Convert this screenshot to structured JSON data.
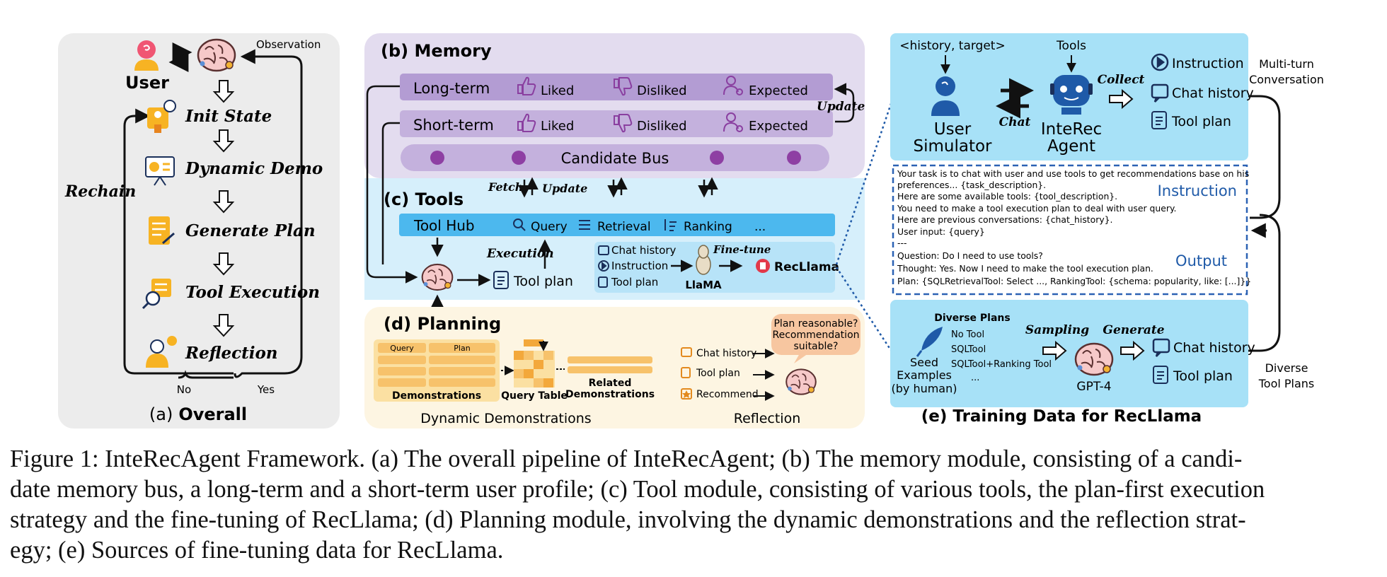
{
  "colors": {
    "overall_bg": "#ececec",
    "memory_bg": "#e3dcef",
    "memory_bar": "#c4b1dd",
    "memory_bar_dark": "#b39cd3",
    "bus_dot": "#8e3fa3",
    "tools_bg": "#d6effb",
    "toolhub": "#4cb8ee",
    "planning_bg": "#fdf5e2",
    "orange": "#f7c26b",
    "training_bg": "#a7e1f7",
    "dashed_blue": "#2c62b4",
    "title_blue": "#1f5aa8",
    "accent_dark": "#1a2f5a"
  },
  "overall": {
    "title_prefix": "(a)",
    "title": "Overall",
    "user_label": "User",
    "observation": "Observation",
    "rechain": "Rechain",
    "no": "No",
    "yes": "Yes",
    "steps": [
      "Init State",
      "Dynamic Demo",
      "Generate Plan",
      "Tool Execution",
      "Reflection"
    ]
  },
  "memory": {
    "title": "(b) Memory",
    "long_term": "Long-term",
    "short_term": "Short-term",
    "liked": "Liked",
    "disliked": "Disliked",
    "expected": "Expected",
    "update": "Update",
    "candidate_bus": "Candidate Bus",
    "fetch": "Fetch",
    "update2": "Update"
  },
  "tools": {
    "title": "(c) Tools",
    "tool_hub": "Tool Hub",
    "query": "Query",
    "retrieval": "Retrieval",
    "ranking": "Ranking",
    "ellipsis": "...",
    "execution": "Execution",
    "tool_plan": "Tool plan",
    "chat_history": "Chat history",
    "instruction": "Instruction",
    "tool_plan_small": "Tool plan",
    "fine_tune": "Fine-tune",
    "llama": "LlaMA",
    "recllama": "RecLlama"
  },
  "planning": {
    "title": "(d) Planning",
    "query_col": "Query",
    "plan_col": "Plan",
    "demonstrations": "Demonstrations",
    "query_table": "Query Table",
    "related_line1": "Related",
    "related_line2": "Demonstrations",
    "dynamic_demos": "Dynamic Demonstrations",
    "chat_history": "Chat history",
    "tool_plan": "Tool plan",
    "recommend": "Recommend",
    "bubble_line1": "Plan reasonable?",
    "bubble_line2": "Recommendation",
    "bubble_line3": "suitable?",
    "reflection": "Reflection"
  },
  "training": {
    "title": "(e) Training Data for RecLlama",
    "history_target": "<history, target>",
    "tools": "Tools",
    "user_sim_line1": "User",
    "user_sim_line2": "Simulator",
    "chat": "Chat",
    "agent_line1": "InteRec",
    "agent_line2": "Agent",
    "collect": "Collect",
    "instruction": "Instruction",
    "chat_history": "Chat history",
    "tool_plan": "Tool plan",
    "multi_turn_line1": "Multi-turn",
    "multi_turn_line2": "Conversation",
    "prompt_lines": [
      "Your task is to chat with user and use tools to get recommendations base on his",
      "preferences... {task_description}.",
      "Here are some available tools: {tool_description}.",
      "You need to make a tool execution plan to deal with user query.",
      "Here are previous conversations: {chat_history}.",
      "User input: {query}",
      "---",
      "Question: Do I need to use tools?",
      "Thought: Yes. Now I need to make the tool execution plan.",
      "Plan: {SQLRetrievalTool: Select ...,  RankingTool: {schema: popularity, like: [...]}}"
    ],
    "instruction_label": "Instruction",
    "output_label": "Output",
    "diverse_plans": "Diverse Plans",
    "plan_options": [
      "No Tool",
      "SQLTool",
      "SQLTool+Ranking Tool",
      "..."
    ],
    "seed_line1": "Seed",
    "seed_line2": "Examples",
    "seed_line3": "(by human)",
    "sampling": "Sampling",
    "generate": "Generate",
    "gpt4": "GPT-4",
    "out_chat_history": "Chat history",
    "out_tool_plan": "Tool plan",
    "diverse_tool_plans_line1": "Diverse",
    "diverse_tool_plans_line2": "Tool Plans"
  },
  "caption": {
    "lines": [
      "Figure 1: InteRecAgent Framework. (a) The overall pipeline of InteRecAgent; (b) The memory module, consisting of a candi-",
      "date memory bus, a long-term and a short-term user profile; (c) Tool module, consisting of various tools, the plan-first execution",
      "strategy and the fine-tuning of RecLlama; (d) Planning module, involving the dynamic demonstrations and the reflection strat-",
      "egy; (e) Sources of fine-tuning data for RecLlama."
    ]
  }
}
